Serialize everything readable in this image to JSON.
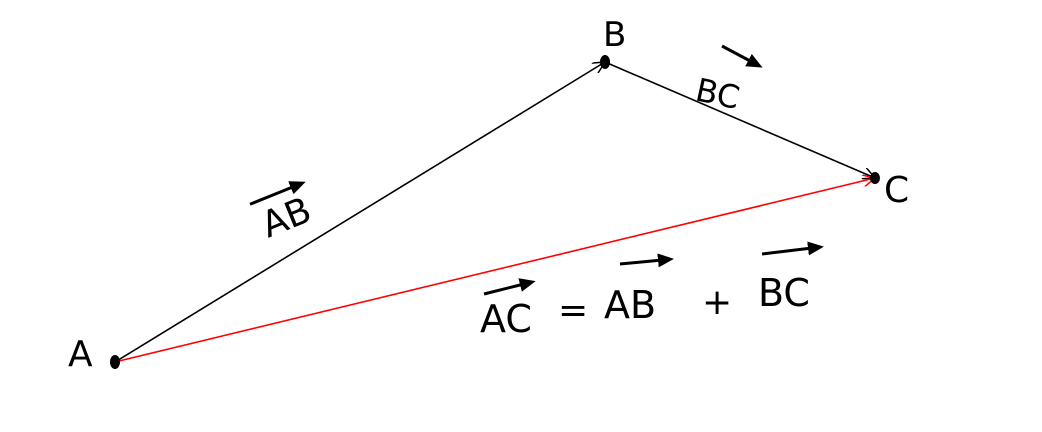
{
  "points": {
    "a": "A",
    "b": "B",
    "c": "C"
  },
  "vector_labels": {
    "ab": "AB",
    "bc": "BC"
  },
  "equation": {
    "lhs": "AC",
    "equals": "=",
    "term1": "AB",
    "plus": "+",
    "term2": "BC"
  },
  "colors": {
    "black": "#000000",
    "resultant": "#ff0000"
  }
}
